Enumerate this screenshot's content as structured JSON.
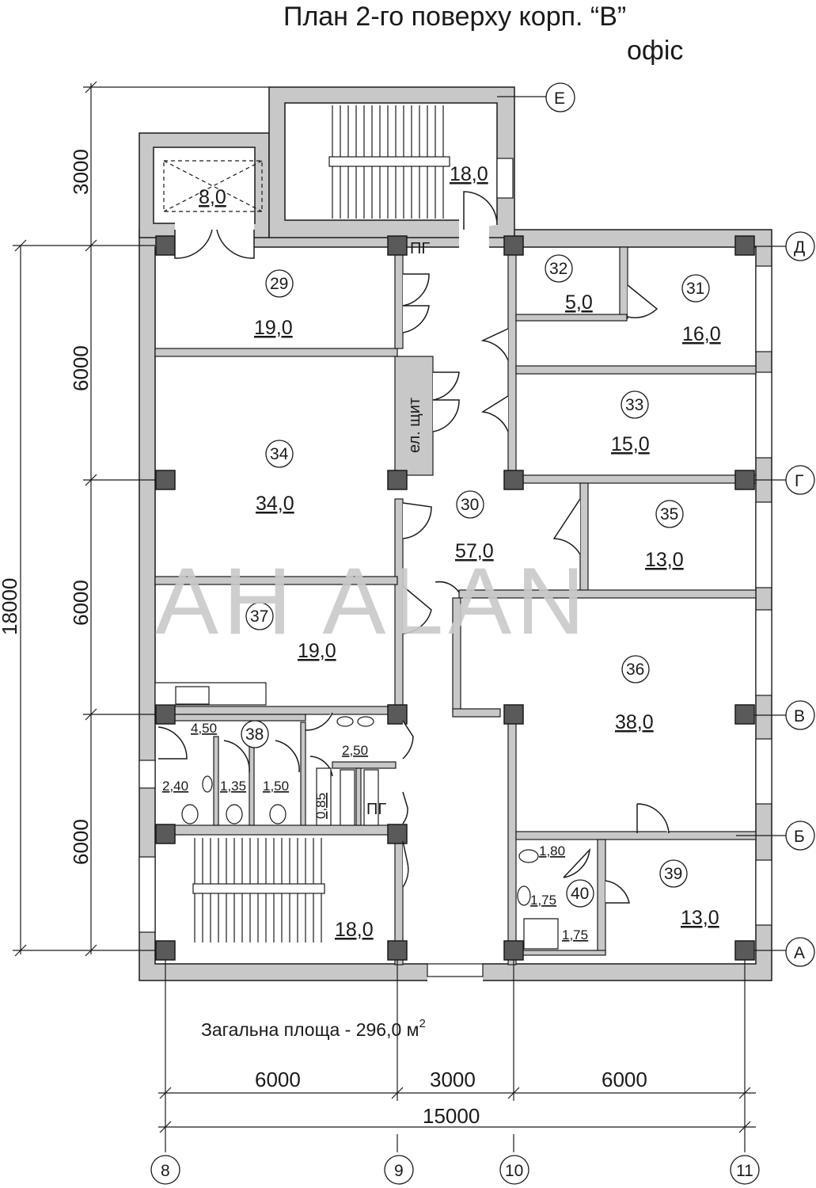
{
  "title": {
    "line1": "План 2-го поверху корп. “B”",
    "line2": "офіс"
  },
  "watermark": "AH  ALAN",
  "rooms": [
    {
      "id": "stair-top",
      "area": "18,0"
    },
    {
      "id": "elevator",
      "area": "8,0"
    },
    {
      "id": "r29",
      "num": "29",
      "area": "19,0"
    },
    {
      "id": "r30",
      "num": "30",
      "area": "57,0"
    },
    {
      "id": "r31",
      "num": "31",
      "area": "16,0"
    },
    {
      "id": "r32",
      "num": "32",
      "area": "5,0"
    },
    {
      "id": "r33",
      "num": "33",
      "area": "15,0"
    },
    {
      "id": "r34",
      "num": "34",
      "area": "34,0"
    },
    {
      "id": "r35",
      "num": "35",
      "area": "13,0"
    },
    {
      "id": "r36",
      "num": "36",
      "area": "38,0"
    },
    {
      "id": "r37",
      "num": "37",
      "area": "19,0"
    },
    {
      "id": "r38",
      "num": "38",
      "area": "4,50"
    },
    {
      "id": "r39",
      "num": "39",
      "area": "13,0"
    },
    {
      "id": "r40",
      "num": "40"
    },
    {
      "id": "stair-bottom",
      "area": "18,0"
    }
  ],
  "small_areas": [
    "2,50",
    "2,40",
    "1,35",
    "1,50",
    "0,85",
    "1,80",
    "1,75",
    "1,75"
  ],
  "labels": {
    "electrical_panel": "ел. щит",
    "hydrant_top": "ПГ",
    "hydrant_bottom": "ПГ"
  },
  "total_area": {
    "text": "Загальна площа - 296,0 м",
    "superscript": "2"
  },
  "dimensions": {
    "left": [
      "3000",
      "6000",
      "6000",
      "6000"
    ],
    "left_total": "18000",
    "bottom": [
      "6000",
      "3000",
      "6000"
    ],
    "bottom_total": "15000"
  },
  "axes": {
    "letters": [
      "Е",
      "Д",
      "Г",
      "В",
      "Б",
      "А"
    ],
    "numbers": [
      "8",
      "9",
      "10",
      "11"
    ]
  },
  "colors": {
    "wall_fill": "#c8c8c8",
    "column_fill": "#5a5a5a",
    "line": "#1a1a1a"
  }
}
